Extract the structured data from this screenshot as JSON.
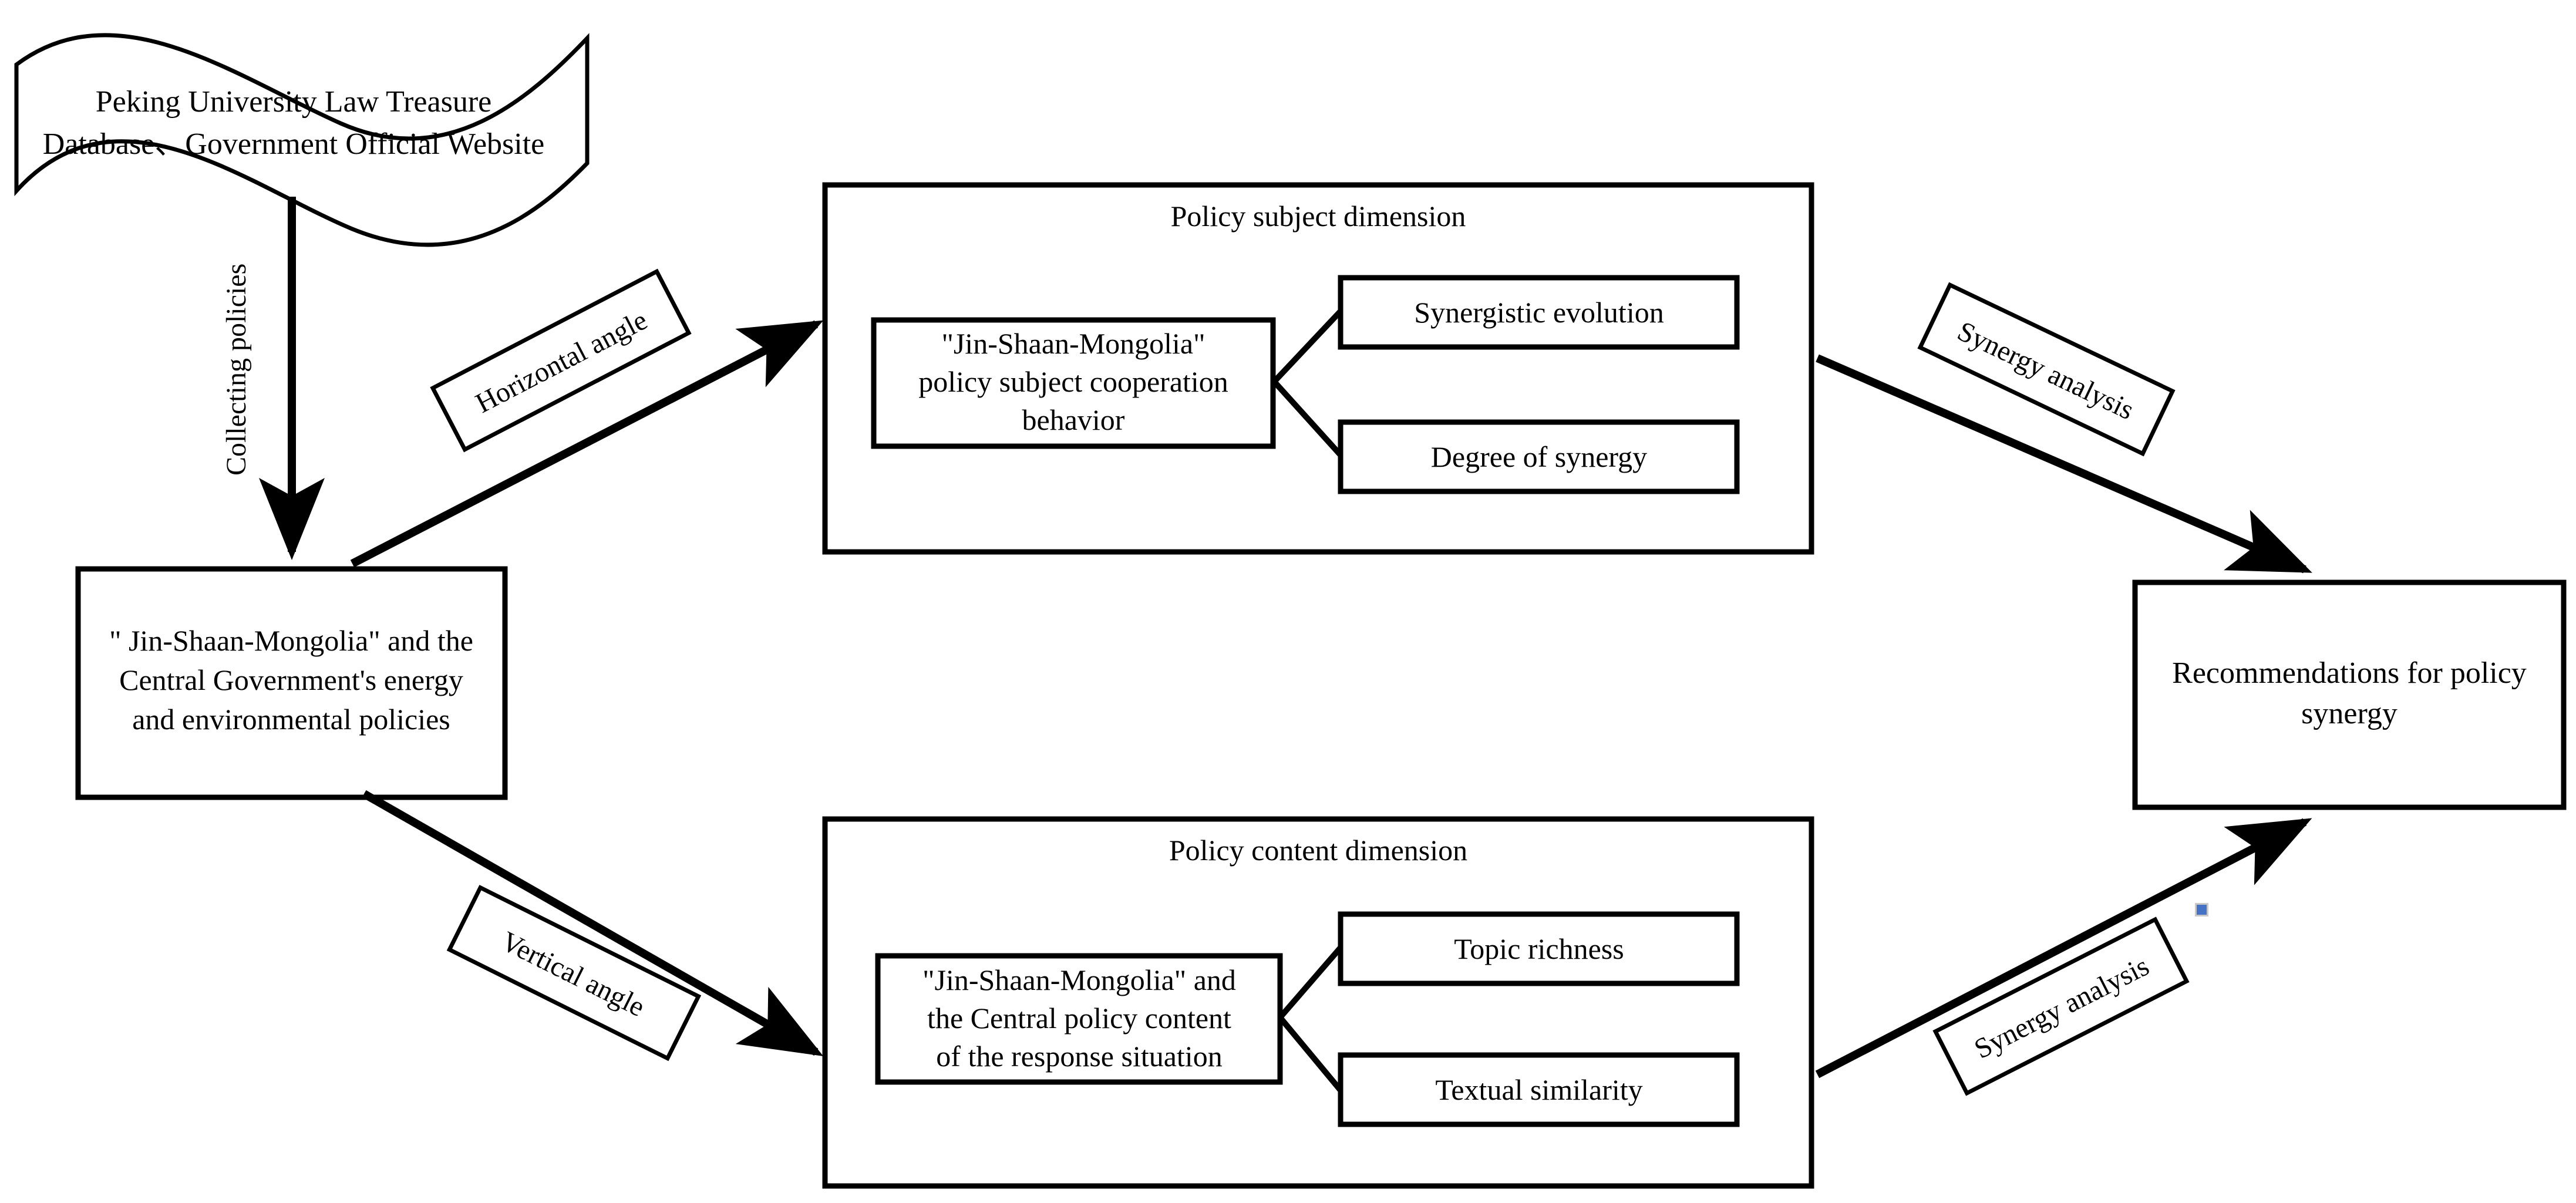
{
  "diagram": {
    "title": "Research framework for Jin-Shaan-Mongolia policy synergy",
    "colors": {
      "stroke": "#000000",
      "fill": "#ffffff",
      "handle": "#4472c4"
    },
    "source_node": {
      "shape": "wave-document",
      "line1": "Peking University Law Treasure",
      "line2": "Database、Government Official Website"
    },
    "edges": {
      "collecting_policies": "Collecting policies",
      "horizontal_angle": "Horizontal angle",
      "vertical_angle": "Vertical angle",
      "synergy_analysis_top": "Synergy analysis",
      "synergy_analysis_bottom": "Synergy analysis"
    },
    "policy_corpus_node": {
      "line1": "\" Jin-Shaan-Mongolia\" and the",
      "line2": "Central Government's energy",
      "line3": "and environmental policies"
    },
    "subject_dimension": {
      "title": "Policy subject dimension",
      "main_node": {
        "line1": "\"Jin-Shaan-Mongolia\"",
        "line2": "policy subject cooperation",
        "line3": "behavior"
      },
      "leaves": [
        {
          "label": "Synergistic evolution"
        },
        {
          "label": "Degree of synergy"
        }
      ]
    },
    "content_dimension": {
      "title": "Policy content dimension",
      "main_node": {
        "line1": "\"Jin-Shaan-Mongolia\" and",
        "line2": "the Central policy content",
        "line3": "of the response situation"
      },
      "leaves": [
        {
          "label": "Topic richness"
        },
        {
          "label": "Textual similarity"
        }
      ]
    },
    "outcome_node": {
      "line1": "Recommendations for policy",
      "line2": "synergy"
    }
  }
}
